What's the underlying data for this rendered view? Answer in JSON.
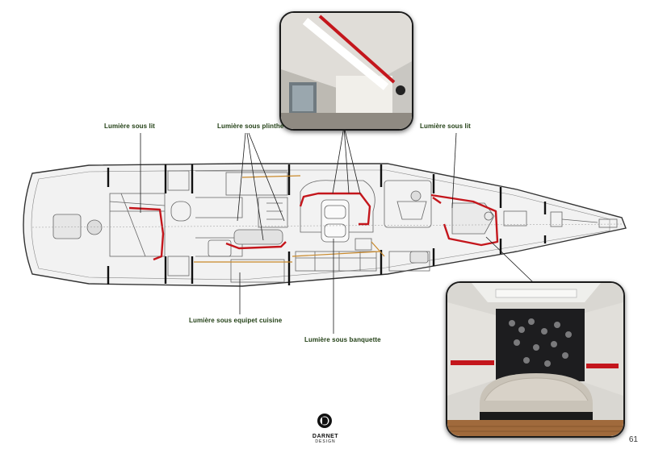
{
  "labels": {
    "bed_light_aft": "Lumière sous lit",
    "plinth_light": "Lumière sous plinthe",
    "bed_light_fwd": "Lumière sous lit",
    "galley_light": "Lumière sous equipet cuisine",
    "bench_light": "Lumière sous banquette"
  },
  "brand": {
    "name": "DARNET",
    "sub": "DESIGN"
  },
  "page_number": "61",
  "colors": {
    "accent_light": "#c4161c",
    "hull_line": "#555555",
    "led_amber": "#c9892a"
  }
}
